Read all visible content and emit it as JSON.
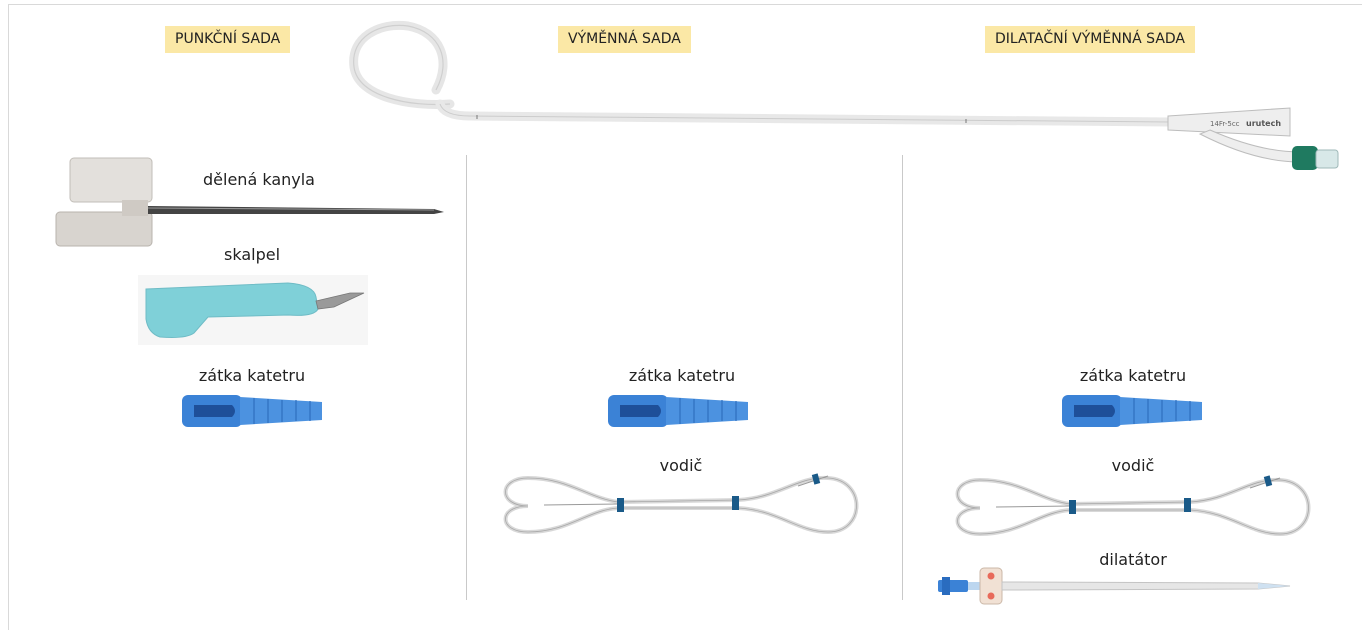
{
  "sections": [
    {
      "title": "PUNKČNÍ SADA"
    },
    {
      "title": "VÝMĚNNÁ SADA"
    },
    {
      "title": "DILATAČNÍ VÝMĚNNÁ SADA"
    }
  ],
  "catheter": {
    "size_print": "14Fr-5cc",
    "brand_print": "urutech"
  },
  "items": {
    "cannula": "dělená kanyla",
    "scalpel": "skalpel",
    "plug_1": "zátka katetru",
    "plug_2": "zátka katetru",
    "plug_3": "zátka katetru",
    "guidewire_2": "vodič",
    "guidewire_3": "vodič",
    "dilator": "dilatátor"
  },
  "colors": {
    "tag_background": "#fbe8a6",
    "plug_blue": "#3b82d6",
    "valve_green": "#1f7a60",
    "blade_teal": "#7fd0d8",
    "wire_marker": "#1a5a88"
  },
  "icons": [
    "catheter-image",
    "split-cannula-image",
    "scalpel-image",
    "catheter-plug-image",
    "guidewire-image",
    "dilator-image"
  ]
}
